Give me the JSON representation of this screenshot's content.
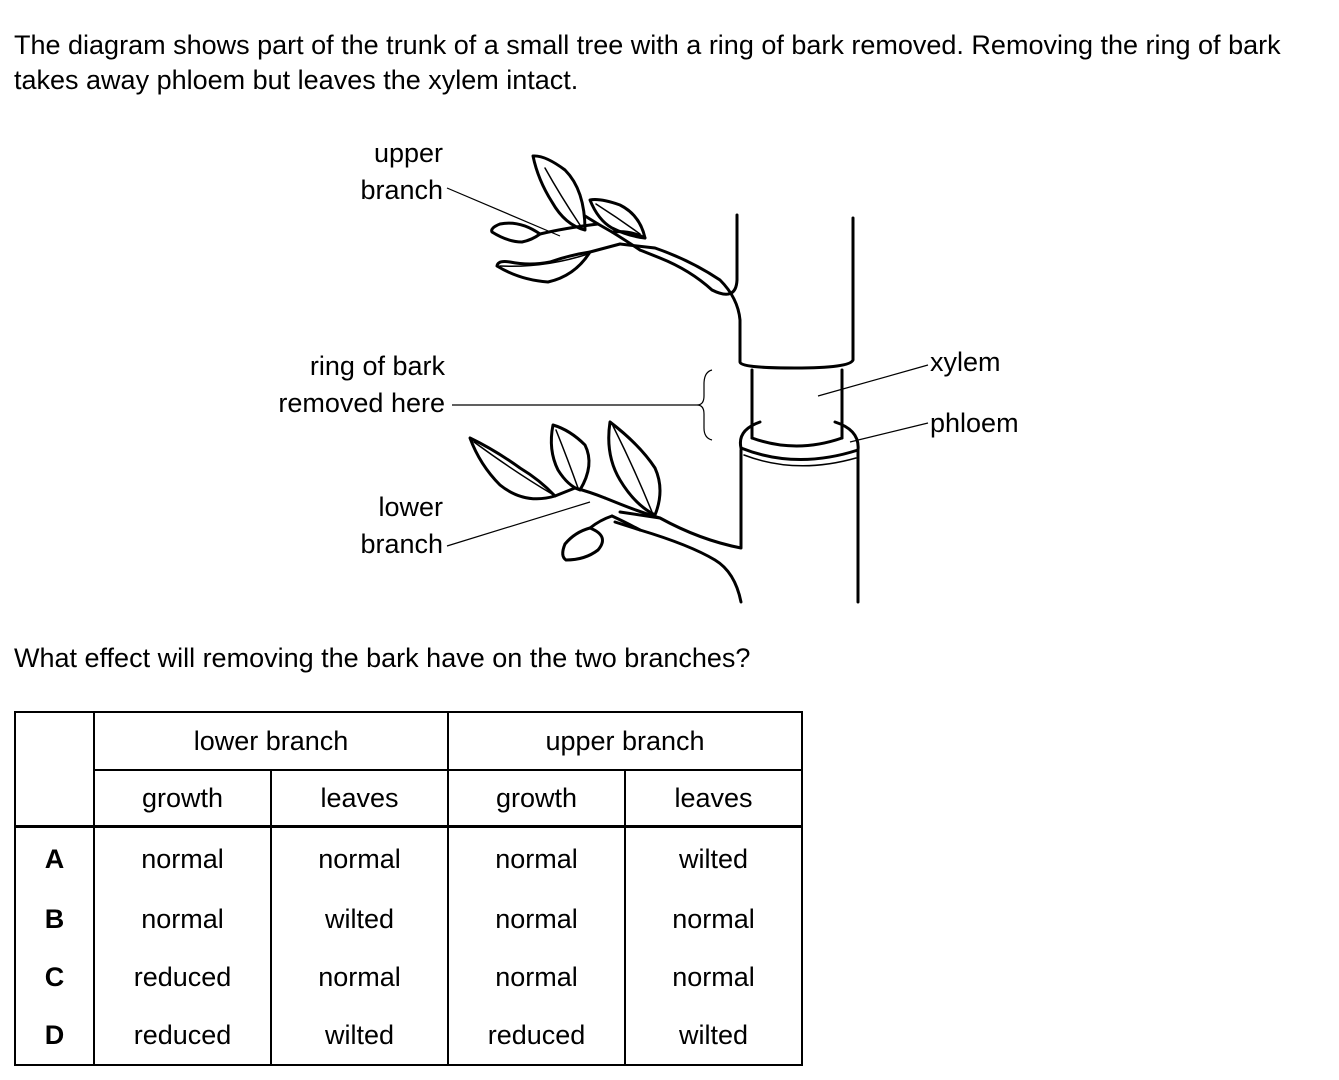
{
  "intro_text": "The diagram shows part of the trunk of a small tree with a ring of bark removed. Removing the ring of bark takes away phloem but leaves the xylem intact.",
  "diagram": {
    "labels": {
      "upper_branch_1": "upper",
      "upper_branch_2": "branch",
      "ring_1": "ring of bark",
      "ring_2": "removed here",
      "lower_branch_1": "lower",
      "lower_branch_2": "branch",
      "xylem": "xylem",
      "phloem": "phloem"
    }
  },
  "question": "What effect will removing the bark have on the two branches?",
  "table": {
    "group_headers": [
      "lower branch",
      "upper branch"
    ],
    "sub_headers": [
      "growth",
      "leaves",
      "growth",
      "leaves"
    ],
    "rows": [
      {
        "key": "A",
        "cells": [
          "normal",
          "normal",
          "normal",
          "wilted"
        ]
      },
      {
        "key": "B",
        "cells": [
          "normal",
          "wilted",
          "normal",
          "normal"
        ]
      },
      {
        "key": "C",
        "cells": [
          "reduced",
          "normal",
          "normal",
          "normal"
        ]
      },
      {
        "key": "D",
        "cells": [
          "reduced",
          "wilted",
          "reduced",
          "wilted"
        ]
      }
    ]
  }
}
